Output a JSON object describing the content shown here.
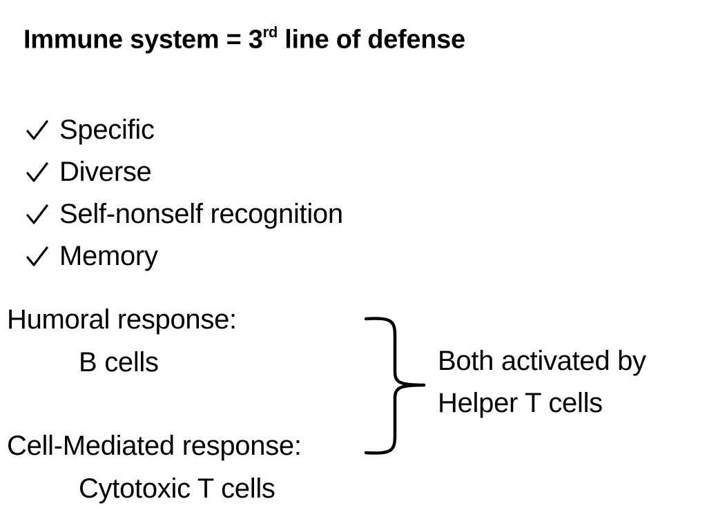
{
  "title": {
    "main": "Immune system = 3",
    "superscript": "rd",
    "rest": " line of defense"
  },
  "checklist": [
    {
      "label": "Specific",
      "icon": "check-icon"
    },
    {
      "label": "Diverse",
      "icon": "check-icon"
    },
    {
      "label": "Self-nonself recognition",
      "icon": "check-icon"
    },
    {
      "label": "Memory",
      "icon": "check-icon"
    }
  ],
  "responses": {
    "humoral": {
      "heading": "Humoral response:",
      "cells": "B cells"
    },
    "cell_mediated": {
      "heading": "Cell-Mediated response:",
      "cells": "Cytotoxic T cells"
    }
  },
  "bracket_note": {
    "line1": "Both activated by",
    "line2": "Helper T cells",
    "icon": "right-brace-icon"
  },
  "colors": {
    "text": "#000000",
    "background": "#ffffff"
  }
}
